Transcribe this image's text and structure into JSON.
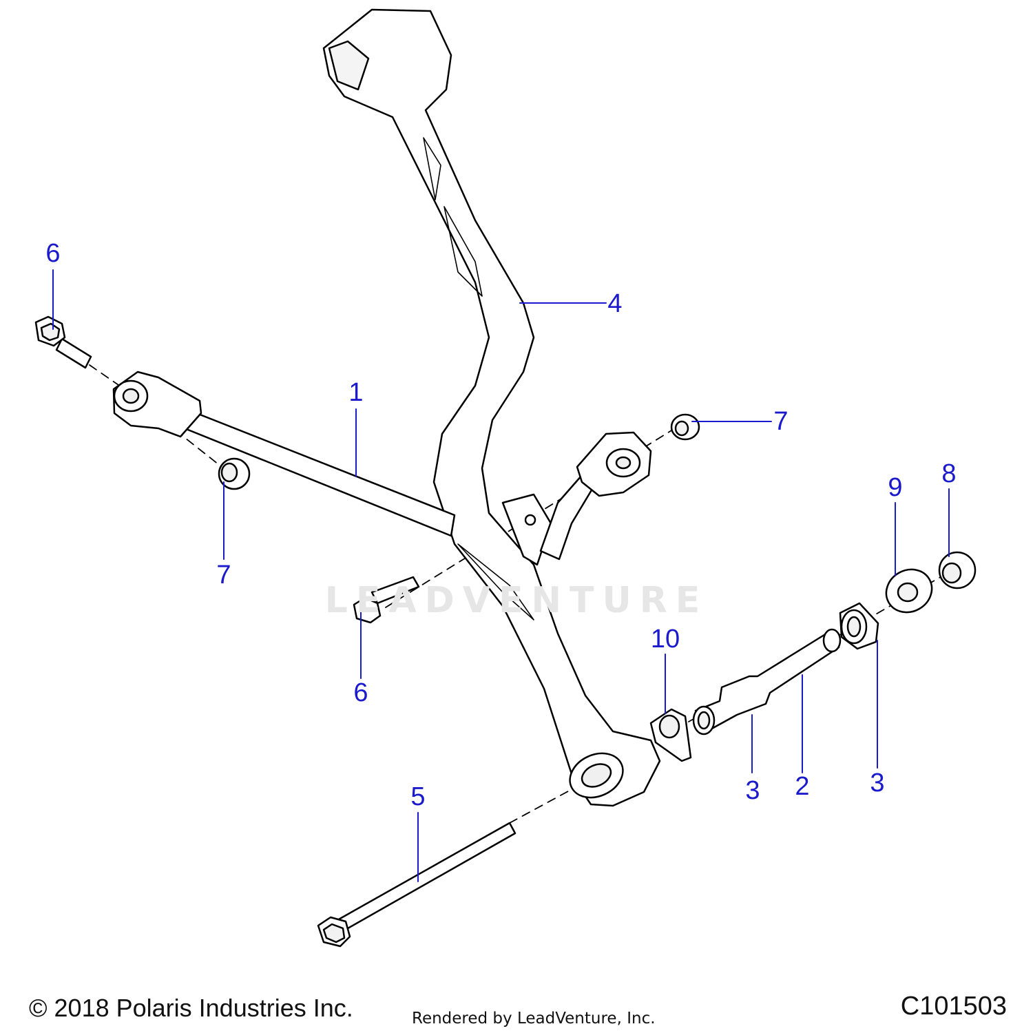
{
  "diagram": {
    "code": "C101503",
    "copyright": "© 2018 Polaris Industries Inc.",
    "rendered_by": "Rendered by LeadVenture, Inc.",
    "watermark": "LEADVENTURE",
    "label_color": "#1a1acc",
    "line_color": "#000000",
    "callouts": {
      "label_6_top": "6",
      "label_4": "4",
      "label_1": "1",
      "label_7_right": "7",
      "label_7_left": "7",
      "label_9": "9",
      "label_8": "8",
      "label_10": "10",
      "label_6_mid": "6",
      "label_3_left": "3",
      "label_2": "2",
      "label_3_right": "3",
      "label_5": "5"
    }
  }
}
